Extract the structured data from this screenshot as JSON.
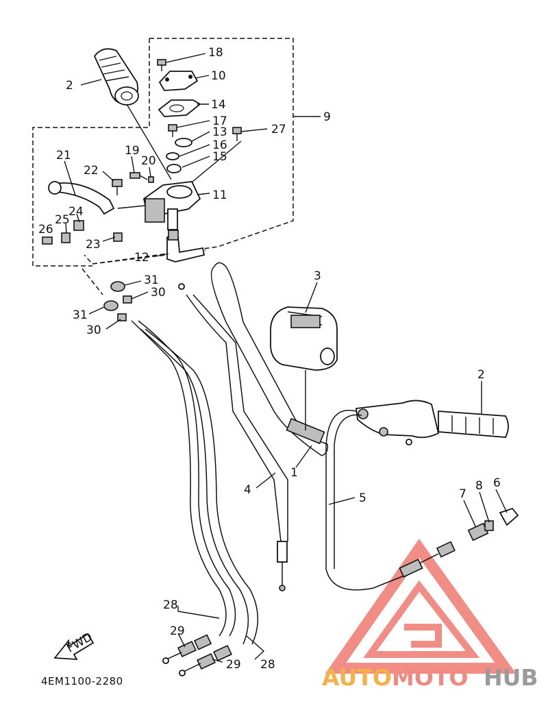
{
  "diagram": {
    "labels": [
      {
        "id": "p18",
        "text": "18"
      },
      {
        "id": "p2a",
        "text": "2"
      },
      {
        "id": "p10",
        "text": "10"
      },
      {
        "id": "p14",
        "text": "14"
      },
      {
        "id": "p9",
        "text": "9"
      },
      {
        "id": "p17",
        "text": "17"
      },
      {
        "id": "p13",
        "text": "13"
      },
      {
        "id": "p27",
        "text": "27"
      },
      {
        "id": "p16",
        "text": "16"
      },
      {
        "id": "p15",
        "text": "15"
      },
      {
        "id": "p21",
        "text": "21"
      },
      {
        "id": "p19",
        "text": "19"
      },
      {
        "id": "p20",
        "text": "20"
      },
      {
        "id": "p22",
        "text": "22"
      },
      {
        "id": "p11",
        "text": "11"
      },
      {
        "id": "p24",
        "text": "24"
      },
      {
        "id": "p25",
        "text": "25"
      },
      {
        "id": "p26",
        "text": "26"
      },
      {
        "id": "p23",
        "text": "23"
      },
      {
        "id": "p12",
        "text": "12"
      },
      {
        "id": "p31a",
        "text": "31"
      },
      {
        "id": "p30a",
        "text": "30"
      },
      {
        "id": "p31b",
        "text": "31"
      },
      {
        "id": "p30b",
        "text": "30"
      },
      {
        "id": "p3",
        "text": "3"
      },
      {
        "id": "p2b",
        "text": "2"
      },
      {
        "id": "p1",
        "text": "1"
      },
      {
        "id": "p4",
        "text": "4"
      },
      {
        "id": "p5",
        "text": "5"
      },
      {
        "id": "p7",
        "text": "7"
      },
      {
        "id": "p8",
        "text": "8"
      },
      {
        "id": "p6",
        "text": "6"
      },
      {
        "id": "p28a",
        "text": "28"
      },
      {
        "id": "p29a",
        "text": "29"
      },
      {
        "id": "p29b",
        "text": "29"
      },
      {
        "id": "p28b",
        "text": "28"
      }
    ],
    "fwd_label": "FWD",
    "drawing_code": "4EM1100-2280"
  },
  "watermark": {
    "part1": "AUTO",
    "part2": "MOTO",
    "part3": "HUB",
    "colors": {
      "auto": "#f5b04a",
      "moto": "#f08a80",
      "hub": "#9a9a9a",
      "triangle": "#f07a72"
    }
  }
}
